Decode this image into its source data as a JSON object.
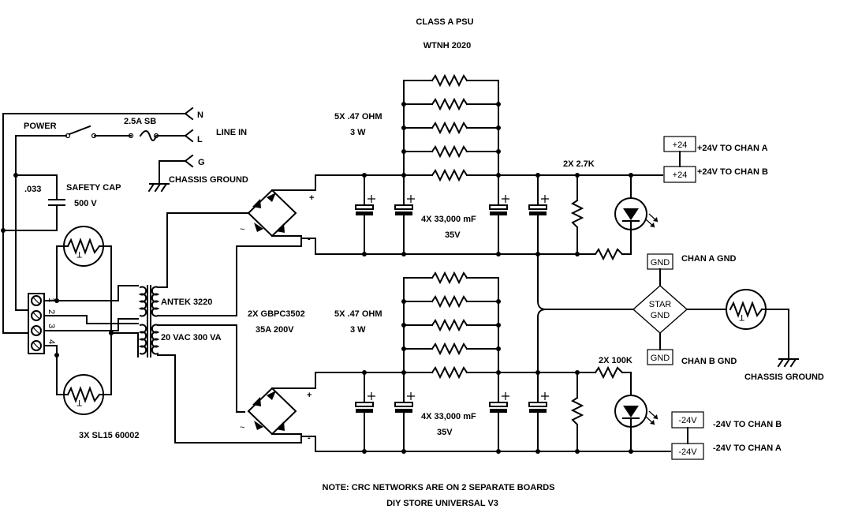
{
  "title": "CLASS A PSU",
  "author": "WTNH 2020",
  "input": {
    "n": "N",
    "l": "L",
    "g": "G",
    "line_in": "LINE IN",
    "power": "POWER",
    "fuse": "2.5A SB",
    "chassis_ground": "CHASSIS GROUND",
    "cap_value": ".033",
    "safety_cap": "SAFETY CAP",
    "cap_voltage": "500 V"
  },
  "transformer": {
    "model": "ANTEK 3220",
    "rating": "20 VAC 300 VA",
    "pins": [
      "1",
      "2",
      "3",
      "4"
    ]
  },
  "thermistors": "3X SL15 60002",
  "thermistor_symbol": "T",
  "rectifier": {
    "model": "2X GBPC3502",
    "rating": "35A 200V",
    "plus": "+",
    "minus": "-",
    "ac": "~"
  },
  "top_rail": {
    "resistors": "5X .47 OHM",
    "resistors_w": "3 W",
    "caps": "4X 33,000 mF",
    "caps_v": "35V",
    "led_res": "2X 2.7K",
    "out1_label": "+24",
    "out1": "+24V TO CHAN A",
    "out2_label": "+24",
    "out2": "+24V TO CHAN B"
  },
  "bottom_rail": {
    "resistors": "5X .47 OHM",
    "resistors_w": "3 W",
    "caps": "4X 33,000 mF",
    "caps_v": "35V",
    "led_res": "2X 100K",
    "out1_label": "-24V",
    "out1": "-24V TO CHAN B",
    "out2_label": "-24V",
    "out2": "-24V TO CHAN A"
  },
  "ground": {
    "gnd_a_box": "GND",
    "gnd_a": "CHAN A  GND",
    "gnd_b_box": "GND",
    "gnd_b": "CHAN B  GND",
    "star_line1": "STAR",
    "star_line2": "GND",
    "chassis": "CHASSIS GROUND"
  },
  "notes": {
    "line1": "NOTE: CRC NETWORKS ARE ON 2 SEPARATE BOARDS",
    "line2": "DIY STORE UNIVERSAL V3"
  }
}
